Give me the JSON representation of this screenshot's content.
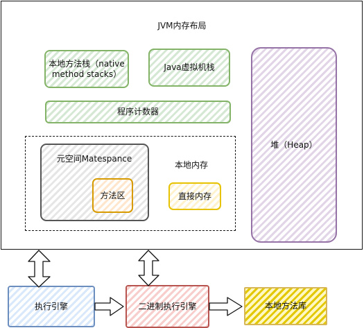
{
  "diagram": {
    "title": "JVM内存布局",
    "native_method_stack": "本地方法栈（native method stacks）",
    "jvm_stack": "Java虚拟机栈",
    "program_counter": "程序计数器",
    "heap": "堆（Heap）",
    "local_memory": "本地内存",
    "metaspace": "元空间Matespance",
    "method_area": "方法区",
    "direct_memory": "直接内存",
    "execution_engine": "执行引擎",
    "jit_compiler": "二进制执行引擎",
    "native_library": "本地方法库"
  },
  "colors": {
    "green": "#82b366",
    "purple": "#9673a6",
    "orange": "#d79b00",
    "yellow": "#e3c800",
    "blue": "#6c8ebf",
    "red": "#b85450"
  }
}
